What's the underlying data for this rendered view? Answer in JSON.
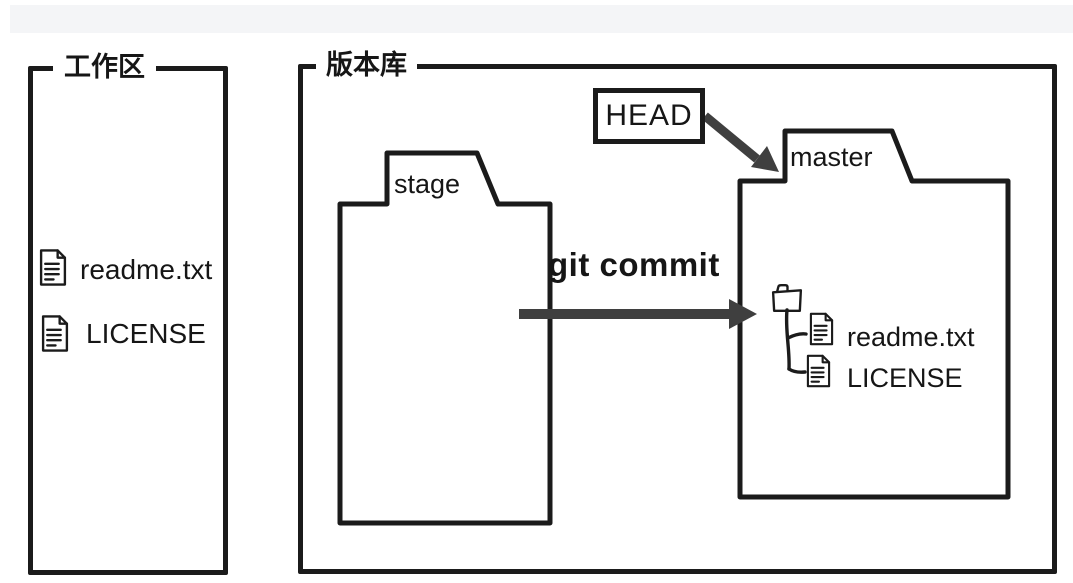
{
  "colors": {
    "line": "#1b1b1b",
    "arrow": "#3f3f3f",
    "text": "#161616",
    "band": "#f4f5f7",
    "bg": "#ffffff"
  },
  "workspace": {
    "label": "工作区",
    "files": [
      {
        "icon": "document-icon",
        "name": "readme.txt"
      },
      {
        "icon": "document-icon",
        "name": "LICENSE"
      }
    ]
  },
  "repository": {
    "label": "版本库",
    "stage": {
      "label": "stage"
    },
    "head": {
      "label": "HEAD"
    },
    "head_arrow": {
      "icon": "head-arrow",
      "from": "HEAD",
      "to": "master"
    },
    "commit_arrow": {
      "icon": "commit-arrow",
      "label": "git commit",
      "from": "stage",
      "to": "master"
    },
    "master": {
      "label": "master",
      "tree_icon": "folder-icon",
      "files": [
        {
          "icon": "document-icon",
          "name": "readme.txt"
        },
        {
          "icon": "document-icon",
          "name": "LICENSE"
        }
      ]
    }
  }
}
